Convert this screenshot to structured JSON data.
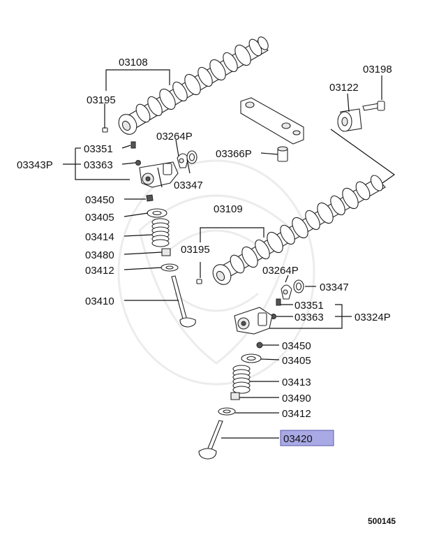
{
  "diagram_id": "500145",
  "highlight": {
    "part": "03420",
    "color": "#a9a9e6",
    "border": "#5a5aa8"
  },
  "labels": {
    "l03108": "03108",
    "l03195a": "03195",
    "l03351a": "03351",
    "l03343P": "03343P",
    "l03363a": "03363",
    "l03264Pa": "03264P",
    "l03347a": "03347",
    "l03450a": "03450",
    "l03405a": "03405",
    "l03414": "03414",
    "l03480": "03480",
    "l03412a": "03412",
    "l03410": "03410",
    "l03109": "03109",
    "l03195b": "03195",
    "l03366P": "03366P",
    "l03198": "03198",
    "l03122": "03122",
    "l03264Pb": "03264P",
    "l03347b": "03347",
    "l03351b": "03351",
    "l03363b": "03363",
    "l03324P": "03324P",
    "l03450b": "03450",
    "l03405b": "03405",
    "l03413": "03413",
    "l03490": "03490",
    "l03412b": "03412",
    "l03420": "03420"
  }
}
